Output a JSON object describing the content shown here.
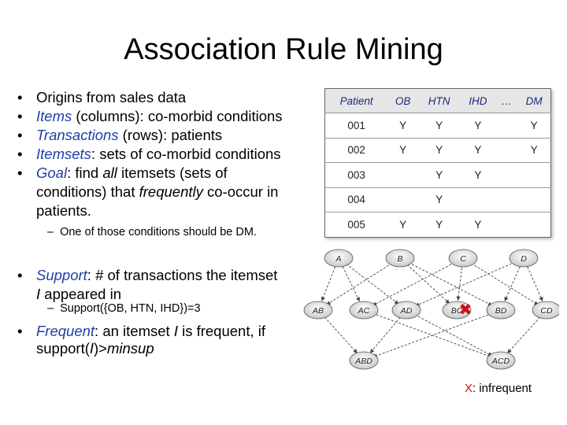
{
  "title": "Association Rule Mining",
  "bullets": [
    {
      "em": "",
      "rest": "Origins from sales data"
    },
    {
      "em": "Items",
      "rest": " (columns): co-morbid conditions"
    },
    {
      "em": "Transactions",
      "rest": " (rows): patients"
    },
    {
      "em": "Itemsets",
      "rest": ": sets of co-morbid conditions"
    },
    {
      "em": "Goal",
      "rest_a": ": find ",
      "em2": "all",
      "rest_b": " itemsets (sets of",
      "line2a": "conditions) that ",
      "em3": "frequently",
      "line2b": " co-occur in",
      "line3": "patients."
    }
  ],
  "sub1": "One of those conditions should be DM.",
  "support": {
    "em": "Support",
    "rest": ": # of transactions the itemset",
    "line2_em": "I",
    "line2": " appeared in"
  },
  "sub2": "Support({OB, HTN, IHD})=3",
  "frequent": {
    "em": "Frequent",
    "a": ": an itemset ",
    "i": "I",
    "b": " is frequent, if",
    "line2a": "support(",
    "line2i": "I",
    "line2b": ")>",
    "line2m": "minsup"
  },
  "dash": "–",
  "dot": "•",
  "table": {
    "headers": [
      "Patient",
      "OB",
      "HTN",
      "IHD",
      "…",
      "DM"
    ],
    "rows": [
      [
        "001",
        "Y",
        "Y",
        "Y",
        "",
        "Y"
      ],
      [
        "002",
        "Y",
        "Y",
        "Y",
        "",
        "Y"
      ],
      [
        "003",
        "",
        "Y",
        "Y",
        "",
        ""
      ],
      [
        "004",
        "",
        "Y",
        "",
        "",
        ""
      ],
      [
        "005",
        "Y",
        "Y",
        "Y",
        "",
        ""
      ]
    ]
  },
  "lattice": {
    "level1": [
      "A",
      "B",
      "C",
      "D"
    ],
    "level2": [
      "AB",
      "AC",
      "AD",
      "BC",
      "BD",
      "CD"
    ],
    "level3": [
      "ABD",
      "ACD"
    ],
    "infrequent": "BC"
  },
  "note": {
    "x": "X",
    "text": ": infrequent"
  },
  "colors": {
    "accent": "#1f3fa3",
    "infrequent": "#d01010"
  }
}
